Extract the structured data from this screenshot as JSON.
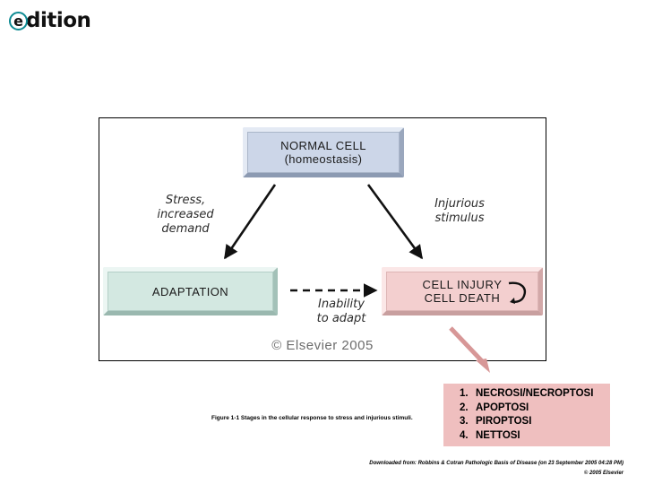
{
  "logo": {
    "initial": "e",
    "word": "dition",
    "accent_color": "#0d8a92"
  },
  "figure": {
    "boxes": {
      "normal": {
        "line1": "NORMAL CELL",
        "line2": "(homeostasis)",
        "fill": "#ccd6e8"
      },
      "adaptation": {
        "line1": "ADAPTATION",
        "line2": "",
        "fill": "#d3e8e1"
      },
      "injury": {
        "line1": "CELL INJURY",
        "line2": "CELL DEATH",
        "fill": "#f3cfcf"
      }
    },
    "labels": {
      "stress": "Stress,\nincreased\ndemand",
      "stress_lines": [
        "Stress,",
        "increased",
        "demand"
      ],
      "injurious": "Injurious\nstimulus",
      "injurious_lines": [
        "Injurious",
        "stimulus"
      ],
      "inability": "Inability\nto adapt",
      "inability_lines": [
        "Inability",
        "to adapt"
      ]
    },
    "copyright_mark": "© Elsevier 2005",
    "icons": {
      "hook": "curved-recycle-arrow-icon",
      "arrow_left": "arrow-down-left-icon",
      "arrow_right": "arrow-down-right-icon",
      "arrow_dashed": "dashed-arrow-right-icon",
      "red_pointer": "red-arrow-down-right-icon"
    }
  },
  "death_list": {
    "background": "#efbfbf",
    "items": [
      {
        "num": "1.",
        "text": "NECROSI/NECROPTOSI"
      },
      {
        "num": "2.",
        "text": "APOPTOSI"
      },
      {
        "num": "3.",
        "text": "PIROPTOSI"
      },
      {
        "num": "4.",
        "text": "NETTOSI"
      }
    ]
  },
  "caption": "Figure 1-1 Stages in the cellular response to stress and injurious stimuli.",
  "footer": {
    "line1": "Downloaded from: Robbins & Cotran Pathologic Basis of Disease (on 23 September 2005 04:28 PM)",
    "line2": "© 2005 Elsevier"
  }
}
